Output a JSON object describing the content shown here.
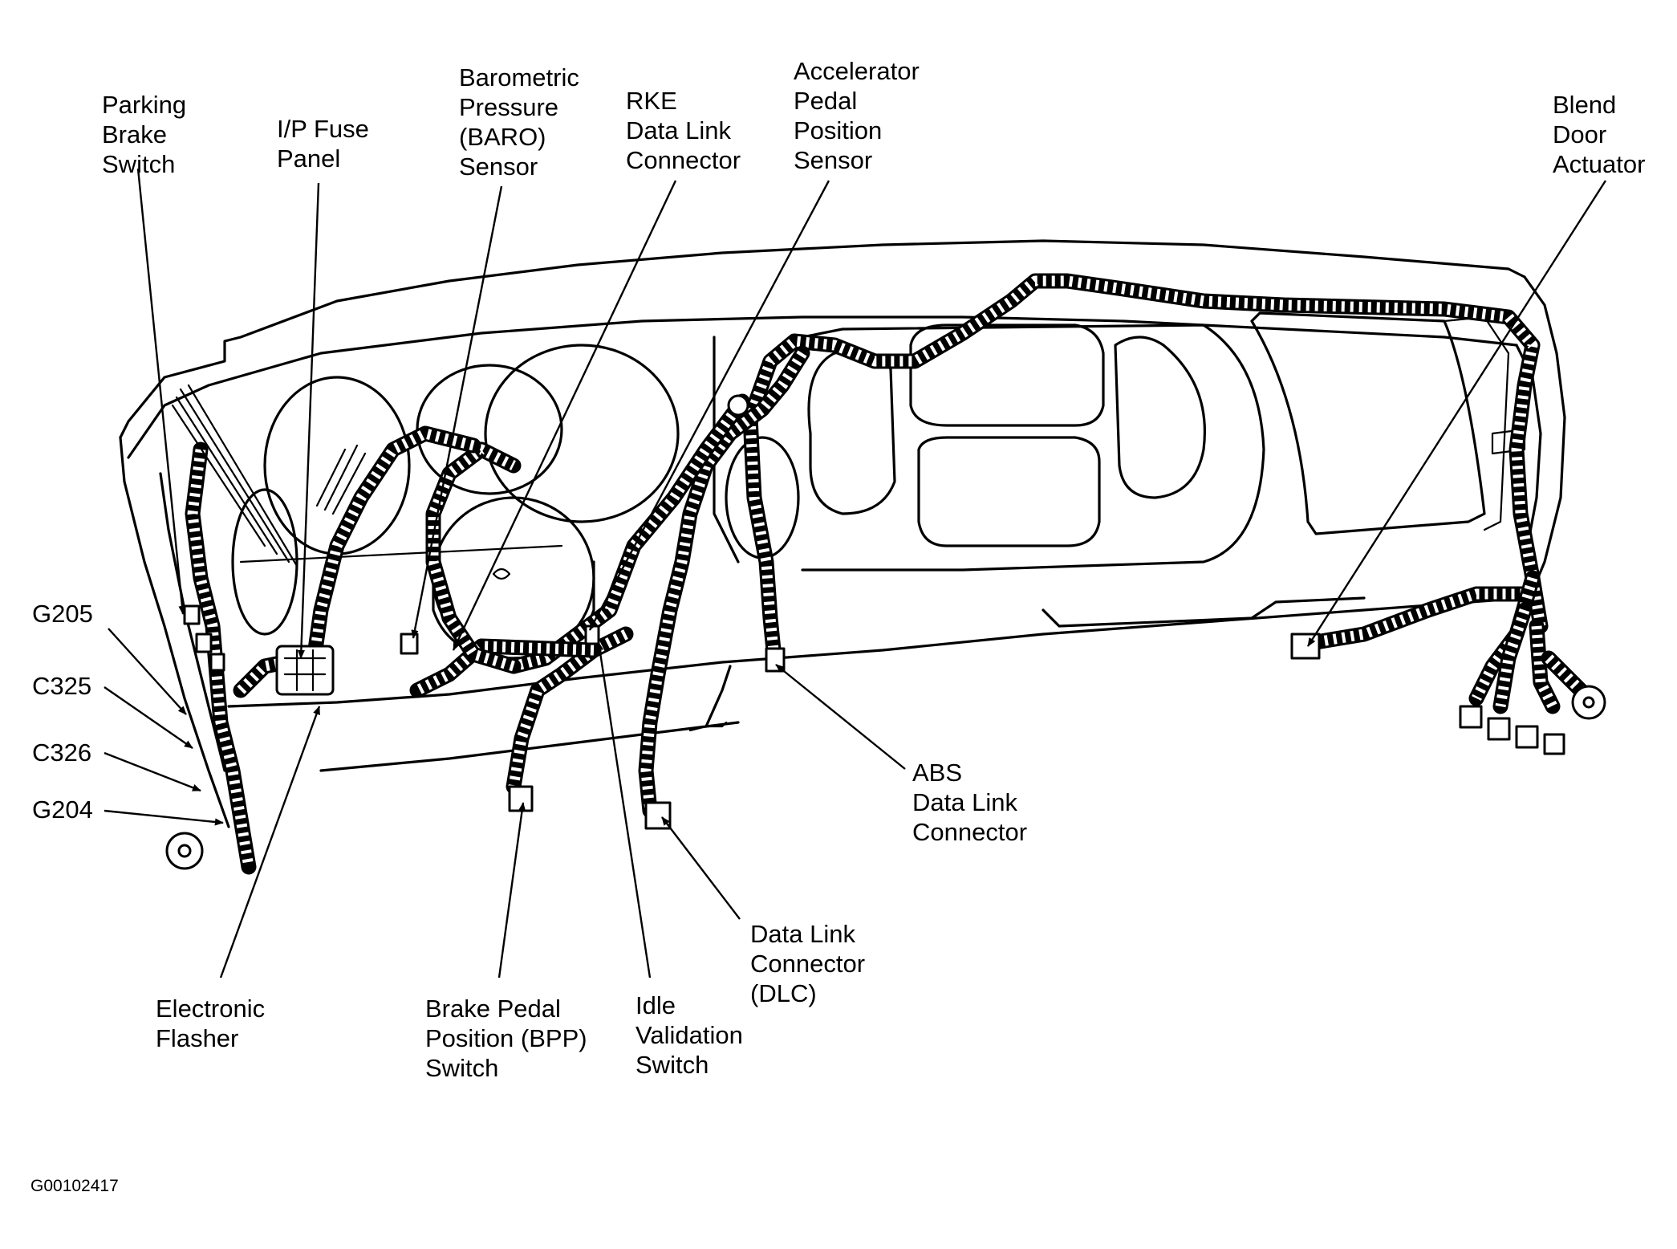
{
  "labels": {
    "parking_brake_switch": "Parking\nBrake\nSwitch",
    "ip_fuse_panel": "I/P Fuse\nPanel",
    "baro_sensor": "Barometric\nPressure\n(BARO)\nSensor",
    "rke_dlc": "RKE\nData Link\nConnector",
    "app_sensor": "Accelerator\nPedal\nPosition\nSensor",
    "blend_door_actuator": "Blend\nDoor\nActuator",
    "g205": "G205",
    "c325": "C325",
    "c326": "C326",
    "g204": "G204",
    "abs_dlc": "ABS\nData Link\nConnector",
    "dlc": "Data Link\nConnector\n(DLC)",
    "electronic_flasher": "Electronic\nFlasher",
    "bpp_switch": "Brake Pedal\nPosition (BPP)\nSwitch",
    "idle_validation_switch": "Idle\nValidation\nSwitch"
  },
  "figure_id": "G00102417"
}
